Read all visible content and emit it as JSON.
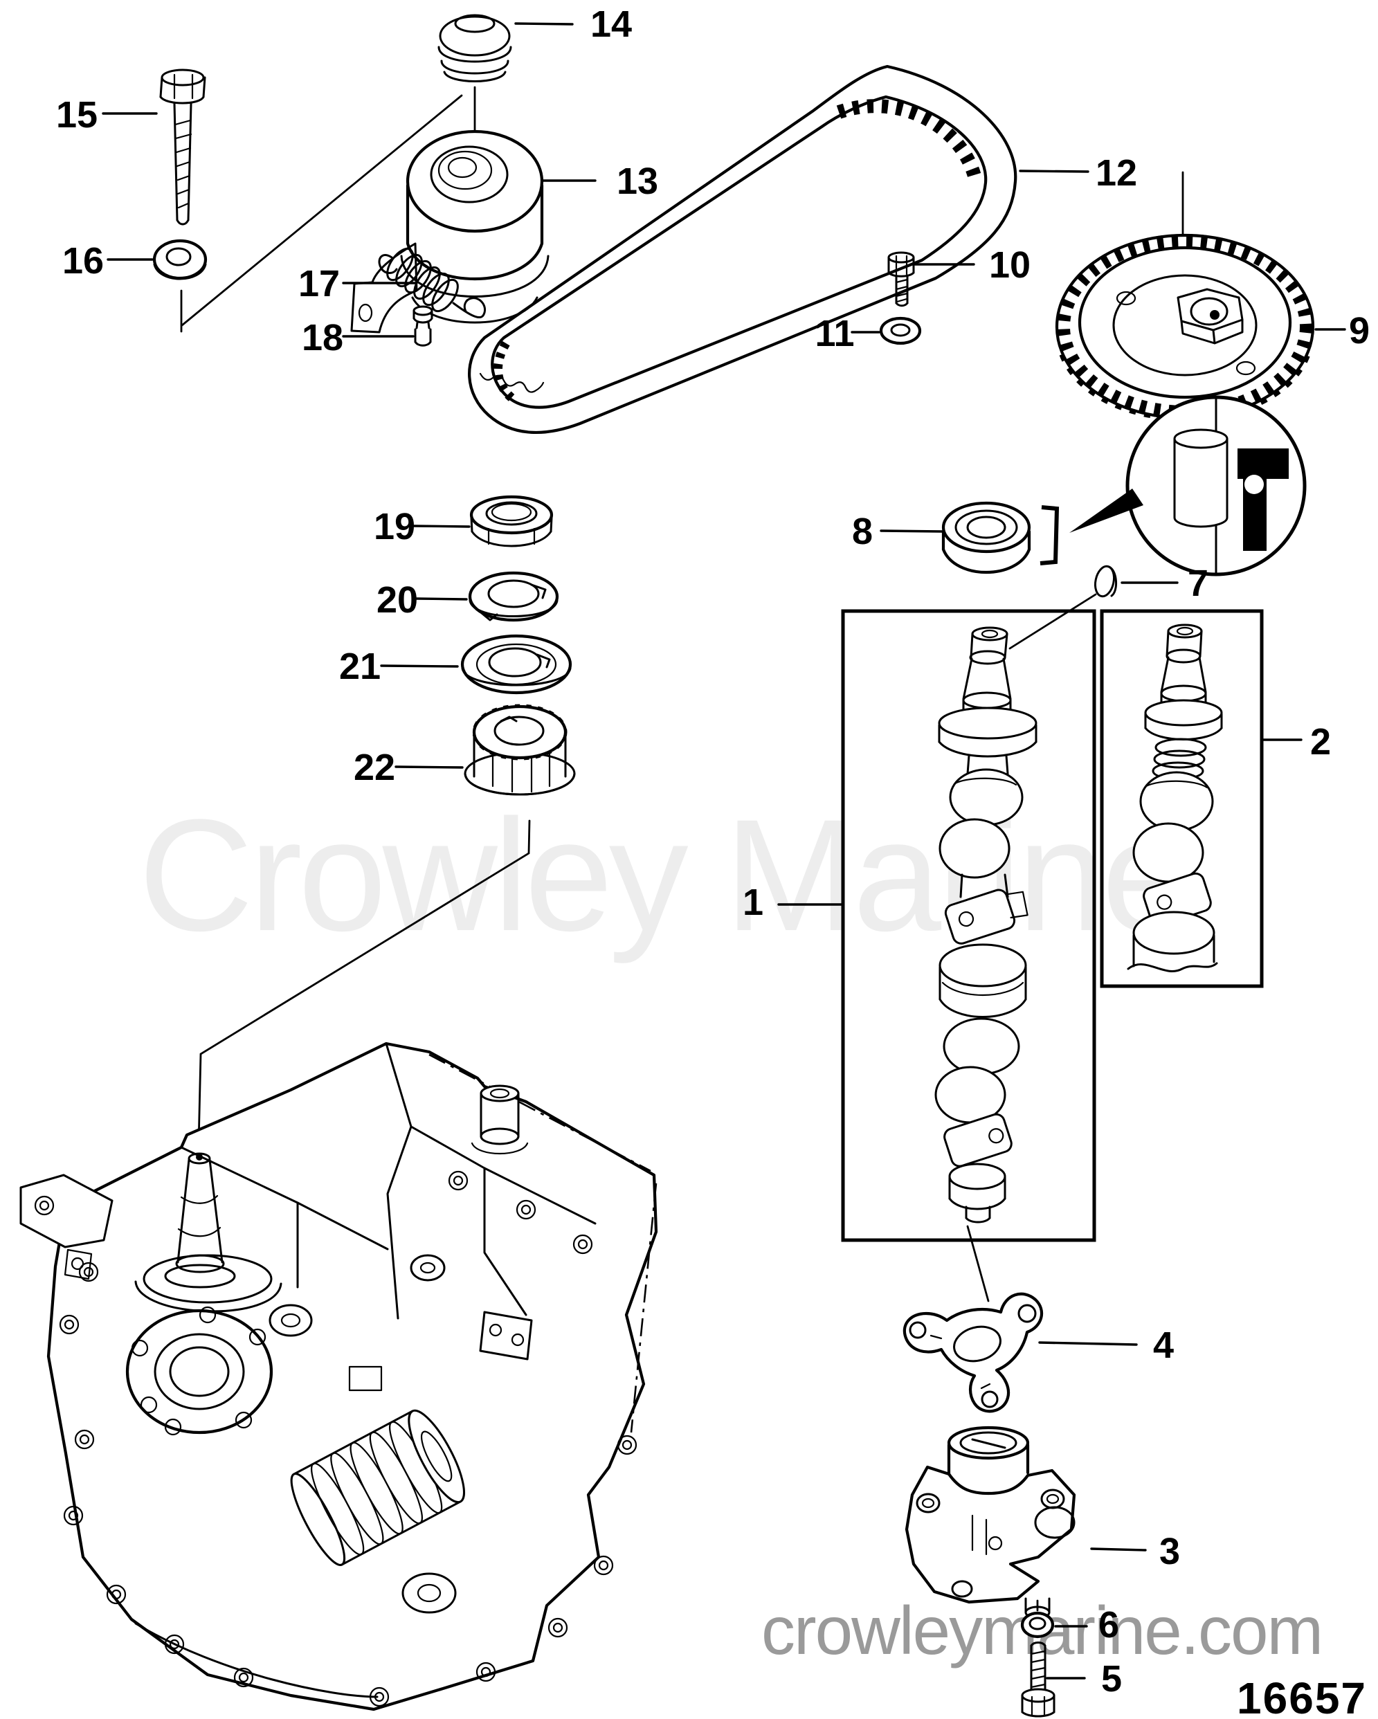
{
  "figure": {
    "number": "16657",
    "background_color": "#ffffff",
    "ink_color": "#000000"
  },
  "watermark": {
    "brand": "Crowley Marine",
    "brand_color": "#ededed",
    "site": "crowleymarine.com",
    "site_color": "#9a9a9a"
  },
  "callouts": [
    {
      "num": "1"
    },
    {
      "num": "2"
    },
    {
      "num": "3"
    },
    {
      "num": "4"
    },
    {
      "num": "5"
    },
    {
      "num": "6"
    },
    {
      "num": "7"
    },
    {
      "num": "8"
    },
    {
      "num": "9"
    },
    {
      "num": "10"
    },
    {
      "num": "11"
    },
    {
      "num": "12"
    },
    {
      "num": "13"
    },
    {
      "num": "14"
    },
    {
      "num": "15"
    },
    {
      "num": "16"
    },
    {
      "num": "17"
    },
    {
      "num": "18"
    },
    {
      "num": "19"
    },
    {
      "num": "20"
    },
    {
      "num": "21"
    },
    {
      "num": "22"
    }
  ]
}
